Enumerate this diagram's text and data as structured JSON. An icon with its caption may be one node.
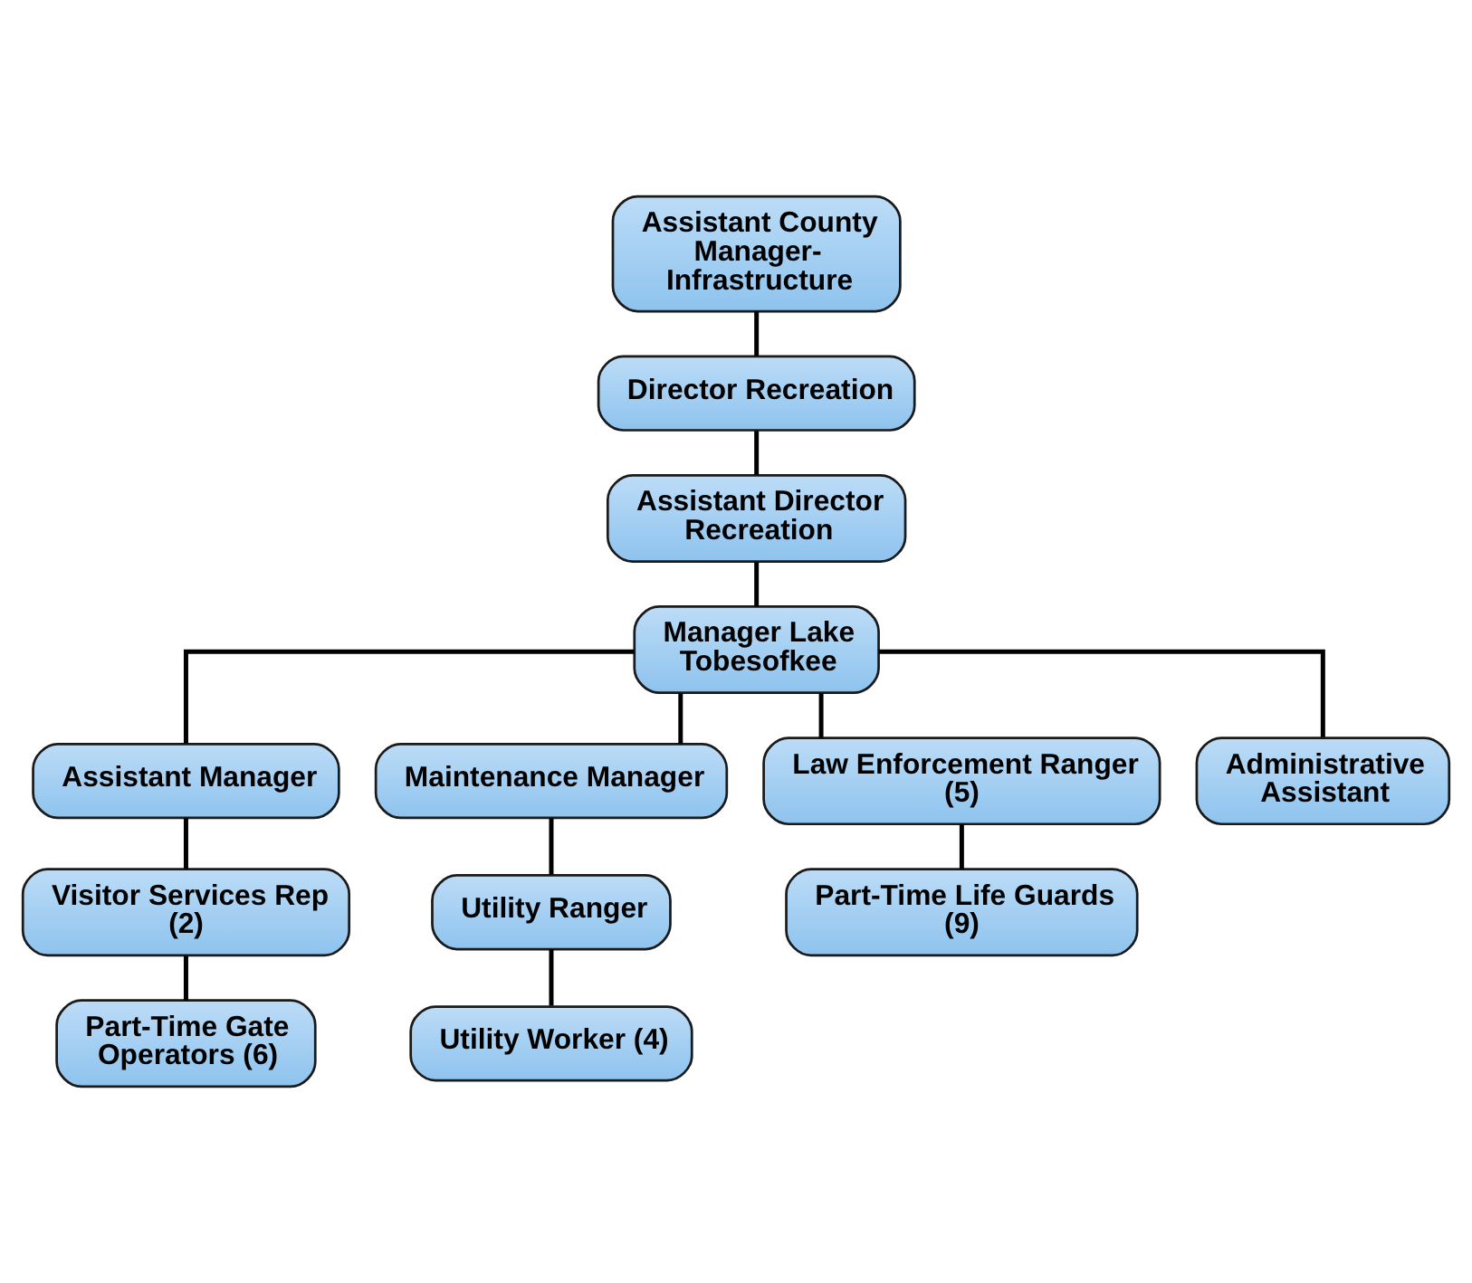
{
  "diagram": {
    "nodes": [
      {
        "text": [
          "Assistant County Manager- Infrastructure"
        ]
      },
      {
        "text": [
          "Director Recreation"
        ]
      },
      {
        "text": [
          "Assistant Director Recreation"
        ]
      },
      {
        "text": [
          "Manager Lake Tobesofkee"
        ]
      },
      {
        "text": [
          "Assistant Manager"
        ]
      },
      {
        "text": [
          "Maintenance Manager"
        ]
      },
      {
        "text": [
          "Law Enforcement Ranger (5)"
        ]
      },
      {
        "text": [
          "Administrative Assistant"
        ]
      },
      {
        "text": [
          "Visitor Services Rep (2)"
        ]
      },
      {
        "text": [
          "Part-Time Gate Operators (6)"
        ]
      },
      {
        "text": [
          "Utility Ranger"
        ]
      },
      {
        "text": [
          "Utility Worker (4)"
        ]
      },
      {
        "text": [
          "Part-Time Life Guards (9)"
        ]
      }
    ],
    "edges": [
      {
        "from": 0,
        "to": 1,
        "arrow": "none"
      },
      {
        "from": 1,
        "to": 2,
        "arrow": "none"
      },
      {
        "from": 2,
        "to": 3,
        "arrow": "none"
      },
      {
        "from": 3,
        "to": 4,
        "arrow": "none"
      },
      {
        "from": 3,
        "to": 5,
        "arrow": "none"
      },
      {
        "from": 3,
        "to": 6,
        "arrow": "none"
      },
      {
        "from": 3,
        "to": 7,
        "arrow": "none"
      },
      {
        "from": 4,
        "to": 8,
        "arrow": "none"
      },
      {
        "from": 8,
        "to": 9,
        "arrow": "none"
      },
      {
        "from": 5,
        "to": 10,
        "arrow": "none"
      },
      {
        "from": 10,
        "to": 11,
        "arrow": "none"
      },
      {
        "from": 6,
        "to": 12,
        "arrow": "none"
      }
    ]
  }
}
